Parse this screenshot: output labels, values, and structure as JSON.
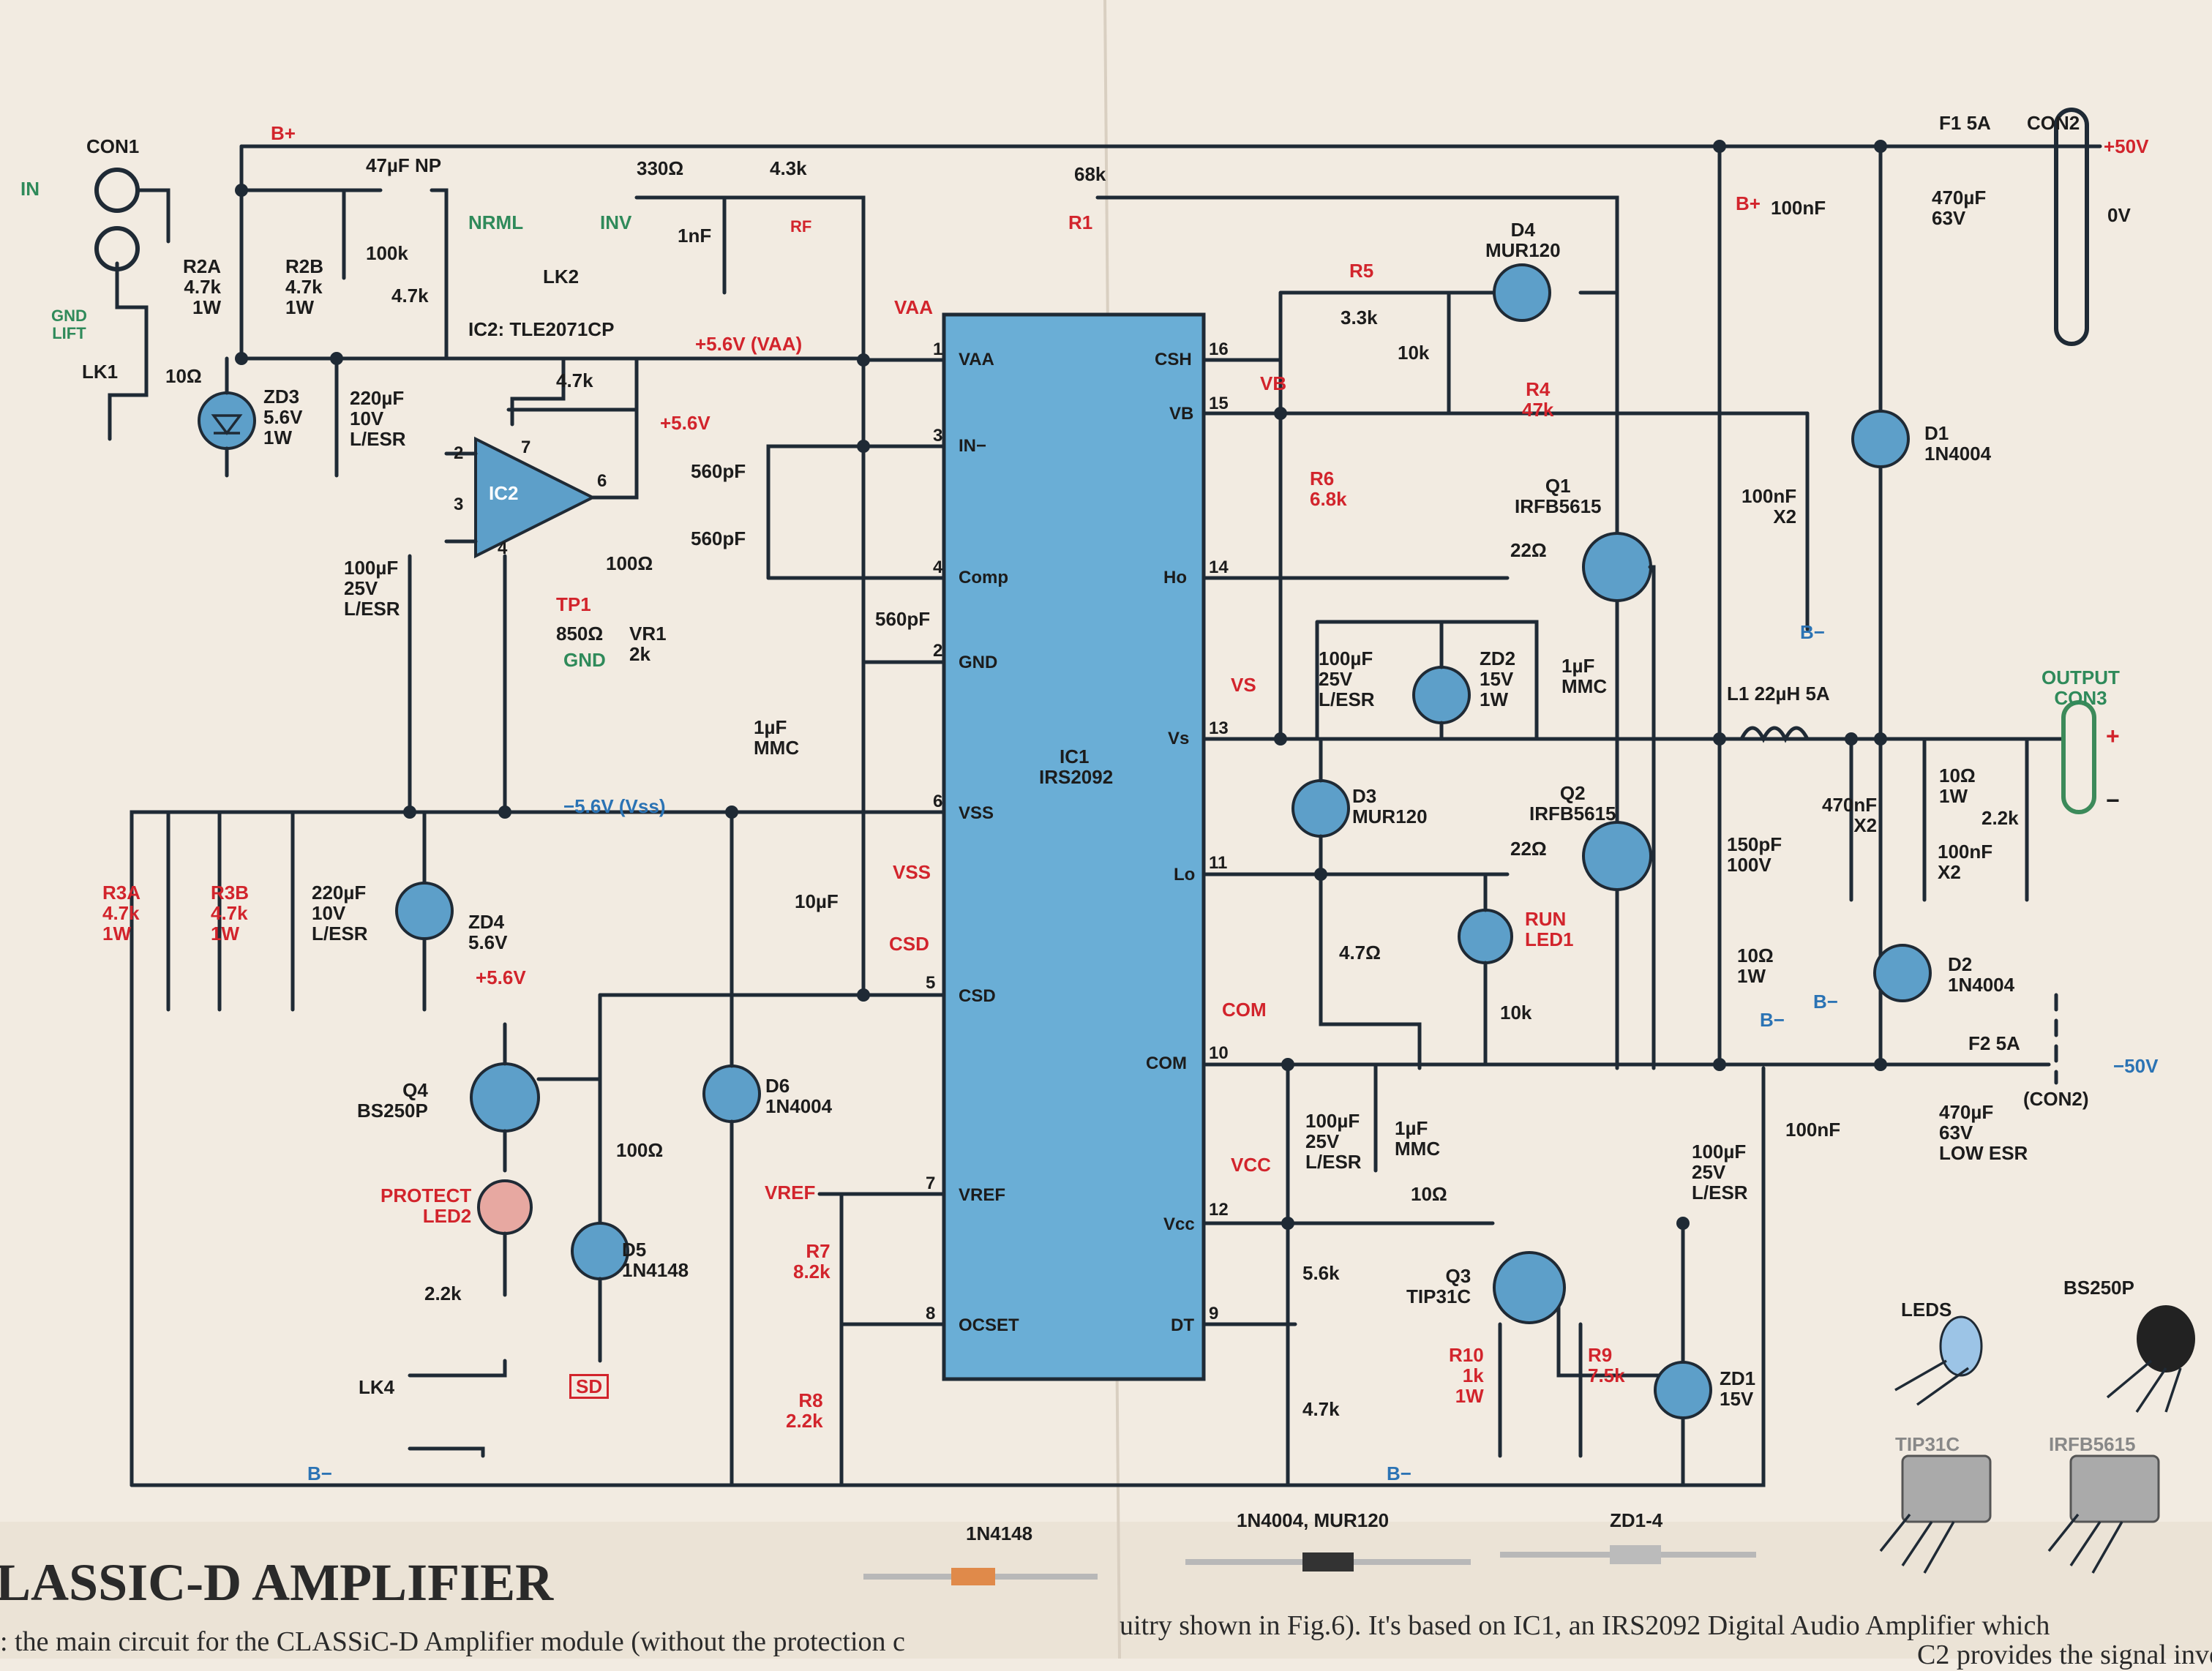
{
  "title": "LASSIC-D AMPLIFIER",
  "body_text": {
    "line1_left": ": the main circuit for the CLASSiC-D Amplifier module (without the protection c",
    "line1_right": "uitry shown in Fig.6). It's based on IC1, an IRS2092 Digital Audio Amplifier which",
    "line2_right": "C2 provides the signal inver"
  },
  "ic1": {
    "ref": "IC1",
    "part": "IRS2092",
    "pins_left": [
      {
        "num": "1",
        "name": "VAA"
      },
      {
        "num": "3",
        "name": "IN−"
      },
      {
        "num": "4",
        "name": "Comp"
      },
      {
        "num": "2",
        "name": "GND"
      },
      {
        "num": "6",
        "name": "VSS"
      },
      {
        "num": "5",
        "name": "CSD"
      },
      {
        "num": "7",
        "name": "VREF"
      },
      {
        "num": "8",
        "name": "OCSET"
      }
    ],
    "pins_right": [
      {
        "num": "16",
        "name": "CSH"
      },
      {
        "num": "15",
        "name": "VB"
      },
      {
        "num": "14",
        "name": "Ho"
      },
      {
        "num": "13",
        "name": "Vs"
      },
      {
        "num": "11",
        "name": "Lo"
      },
      {
        "num": "10",
        "name": "COM"
      },
      {
        "num": "12",
        "name": "Vcc"
      },
      {
        "num": "9",
        "name": "DT"
      }
    ]
  },
  "ic2": {
    "ref": "IC2",
    "label": "IC2: TLE2071CP",
    "pins": [
      "2",
      "3",
      "7",
      "6",
      "4"
    ]
  },
  "rails": {
    "bplus": "B+",
    "bminus": "B−",
    "vaa": "+5.6V (VAA)",
    "vss": "−5.6V (Vss)",
    "p56": "+5.6V",
    "p56b": "+5.6V"
  },
  "connectors": {
    "con1": "CON1",
    "in": "IN",
    "gnd_lift": "GND\nLIFT",
    "lk1": "LK1",
    "con2": "CON2",
    "p50": "+50V",
    "zero": "0V",
    "m50": "−50V",
    "con2b": "(CON2)",
    "output": "OUTPUT\nCON3",
    "plus": "+",
    "minus": "−"
  },
  "fuses": {
    "f1": "F1 5A",
    "f2": "F2 5A"
  },
  "links": {
    "nrml": "NRML",
    "inv": "INV",
    "lk2": "LK2",
    "lk4": "LK4"
  },
  "tests": {
    "vaa": "VAA",
    "vb": "VB",
    "vs": "VS",
    "vss": "VSS",
    "csd": "CSD",
    "vref": "VREF",
    "com": "COM",
    "vcc": "VCC",
    "tp1": "TP1",
    "gnd": "GND",
    "sd": "SD",
    "bp": "B+",
    "bm1": "B−",
    "bm2": "B−",
    "bm3": "B−",
    "bm4": "B−",
    "bm5": "B−"
  },
  "components": [
    {
      "id": "r2a",
      "text": "R2A\n4.7k\n1W"
    },
    {
      "id": "r2b",
      "text": "R2B\n4.7k\n1W"
    },
    {
      "id": "r100k",
      "text": "100k"
    },
    {
      "id": "r47k_ic2",
      "text": "4.7k"
    },
    {
      "id": "c47np",
      "text": "47µF NP"
    },
    {
      "id": "r330",
      "text": "330Ω"
    },
    {
      "id": "r43k",
      "text": "4.3k"
    },
    {
      "id": "rf",
      "text": "RF"
    },
    {
      "id": "c1n",
      "text": "1nF"
    },
    {
      "id": "r68k",
      "text": "68k"
    },
    {
      "id": "r1",
      "text": "R1"
    },
    {
      "id": "r10_lift",
      "text": "10Ω"
    },
    {
      "id": "zd3",
      "text": "ZD3\n5.6V\n1W"
    },
    {
      "id": "c220a",
      "text": "220µF\n10V\nL/ESR"
    },
    {
      "id": "r47k_fb",
      "text": "4.7k"
    },
    {
      "id": "c100_25a",
      "text": "100µF\n25V\nL/ESR"
    },
    {
      "id": "c560a",
      "text": "560pF"
    },
    {
      "id": "c560b",
      "text": "560pF"
    },
    {
      "id": "c560c",
      "text": "560pF"
    },
    {
      "id": "r100_vr",
      "text": "100Ω"
    },
    {
      "id": "tp1v",
      "text": "850Ω"
    },
    {
      "id": "vr1",
      "text": "VR1\n2k"
    },
    {
      "id": "c1u_mmc",
      "text": "1µF\nMMC"
    },
    {
      "id": "r3a",
      "text": "R3A\n4.7k\n1W"
    },
    {
      "id": "r3b",
      "text": "R3B\n4.7k\n1W"
    },
    {
      "id": "c220b",
      "text": "220µF\n10V\nL/ESR"
    },
    {
      "id": "zd4",
      "text": "ZD4\n5.6V"
    },
    {
      "id": "c10u",
      "text": "10µF"
    },
    {
      "id": "q4",
      "text": "Q4\nBS250P"
    },
    {
      "id": "protect",
      "text": "PROTECT\nLED2"
    },
    {
      "id": "r22k_led",
      "text": "2.2k"
    },
    {
      "id": "r100_d5",
      "text": "100Ω"
    },
    {
      "id": "d5",
      "text": "D5\n1N4148"
    },
    {
      "id": "d6",
      "text": "D6\n1N4004"
    },
    {
      "id": "r7",
      "text": "R7\n8.2k"
    },
    {
      "id": "r8",
      "text": "R8\n2.2k"
    },
    {
      "id": "r5",
      "text": "R5"
    },
    {
      "id": "r5v",
      "text": "3.3k"
    },
    {
      "id": "d4",
      "text": "D4\nMUR120"
    },
    {
      "id": "r10k_csh",
      "text": "10k"
    },
    {
      "id": "r4",
      "text": "R4\n47k"
    },
    {
      "id": "r6",
      "text": "R6\n6.8k"
    },
    {
      "id": "q1",
      "text": "Q1\nIRFB5615"
    },
    {
      "id": "r22_q1",
      "text": "22Ω"
    },
    {
      "id": "c100_25b",
      "text": "100µF\n25V\nL/ESR"
    },
    {
      "id": "zd2",
      "text": "ZD2\n15V\n1W"
    },
    {
      "id": "c1u_b",
      "text": "1µF\nMMC"
    },
    {
      "id": "c100n_x2a",
      "text": "100nF\nX2"
    },
    {
      "id": "d1",
      "text": "D1\n1N4004"
    },
    {
      "id": "l1",
      "text": "L1 22µH 5A"
    },
    {
      "id": "d3",
      "text": "D3\nMUR120"
    },
    {
      "id": "q2",
      "text": "Q2\nIRFB5615"
    },
    {
      "id": "r22_q2",
      "text": "22Ω"
    },
    {
      "id": "c150p",
      "text": "150pF\n100V"
    },
    {
      "id": "c470n",
      "text": "470nF\nX2"
    },
    {
      "id": "r10_1w",
      "text": "10Ω\n1W"
    },
    {
      "id": "c100n_x2b",
      "text": "100nF\nX2"
    },
    {
      "id": "r22k_out",
      "text": "2.2k"
    },
    {
      "id": "run",
      "text": "RUN\nLED1"
    },
    {
      "id": "r47_d3",
      "text": "4.7Ω"
    },
    {
      "id": "r10k_led",
      "text": "10k"
    },
    {
      "id": "r10_1wb",
      "text": "10Ω\n1W"
    },
    {
      "id": "d2",
      "text": "D2\n1N4004"
    },
    {
      "id": "c100n_top",
      "text": "100nF"
    },
    {
      "id": "c470u_top",
      "text": "470µF\n63V"
    },
    {
      "id": "c100n_bot",
      "text": "100nF"
    },
    {
      "id": "c470u_bot",
      "text": "470µF\n63V\nLOW ESR"
    },
    {
      "id": "c100_25c",
      "text": "100µF\n25V\nL/ESR"
    },
    {
      "id": "c1u_c",
      "text": "1µF\nMMC"
    },
    {
      "id": "r10_vcc",
      "text": "10Ω"
    },
    {
      "id": "r56k",
      "text": "5.6k"
    },
    {
      "id": "r47k_dt",
      "text": "4.7k"
    },
    {
      "id": "q3",
      "text": "Q3\nTIP31C"
    },
    {
      "id": "r10",
      "text": "R10\n1k\n1W"
    },
    {
      "id": "r9",
      "text": "R9\n7.5k"
    },
    {
      "id": "c100_25d",
      "text": "100µF\n25V\nL/ESR"
    },
    {
      "id": "zd1",
      "text": "ZD1\n15V"
    }
  ],
  "legend": {
    "d1n4148": "1N4148",
    "d4004": "1N4004, MUR120",
    "zd14": "ZD1-4",
    "leds": "LEDS",
    "bs250p": "BS250P",
    "tip31c": "TIP31C",
    "irfb5615": "IRFB5615"
  }
}
